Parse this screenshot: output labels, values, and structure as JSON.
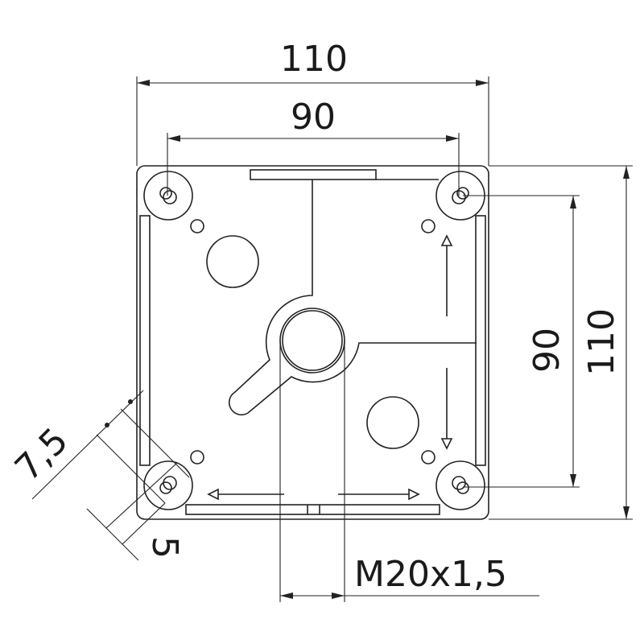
{
  "drawing": {
    "dimensions": {
      "outer_width": "110",
      "hole_spacing_width": "90",
      "hole_spacing_height": "90",
      "outer_height": "110",
      "boss_offset": "7,5",
      "boss_edge": "5",
      "thread": "M20x1,5"
    },
    "color": "#222222"
  }
}
